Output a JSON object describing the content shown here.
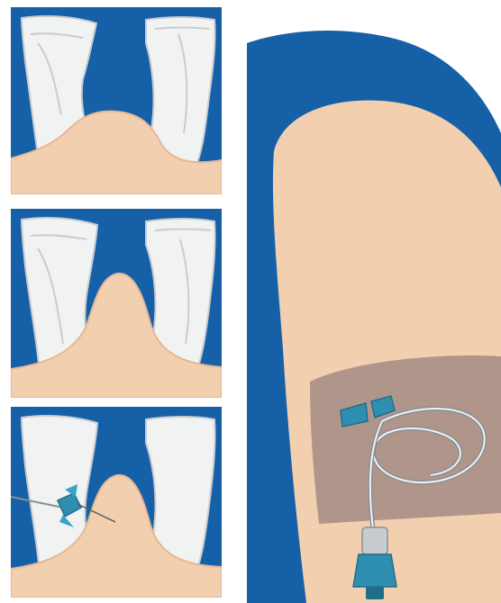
{
  "figure": {
    "panels": [
      {
        "id": "step-1",
        "depiction": "skin-fold-relaxed"
      },
      {
        "id": "step-2",
        "depiction": "skin-fold-pinched-up"
      },
      {
        "id": "step-3",
        "depiction": "needle-inserted-into-pinched-fold"
      }
    ],
    "arm": {
      "depiction": "infusion-set-secured-on-upper-arm"
    }
  },
  "colors": {
    "background": "#ffffff",
    "panel_blue": "#1660a8",
    "skin": "#f2cfae",
    "skin_shade": "#e6b894",
    "finger_white": "#f1f2f2",
    "finger_shadow": "#c9cccf",
    "patch_brown": "#b0958a",
    "device_teal": "#2f8fb0",
    "tube_gray": "#8a8f95"
  },
  "icons": {
    "needle": "needle-icon",
    "infusion_set": "infusion-set-icon"
  }
}
